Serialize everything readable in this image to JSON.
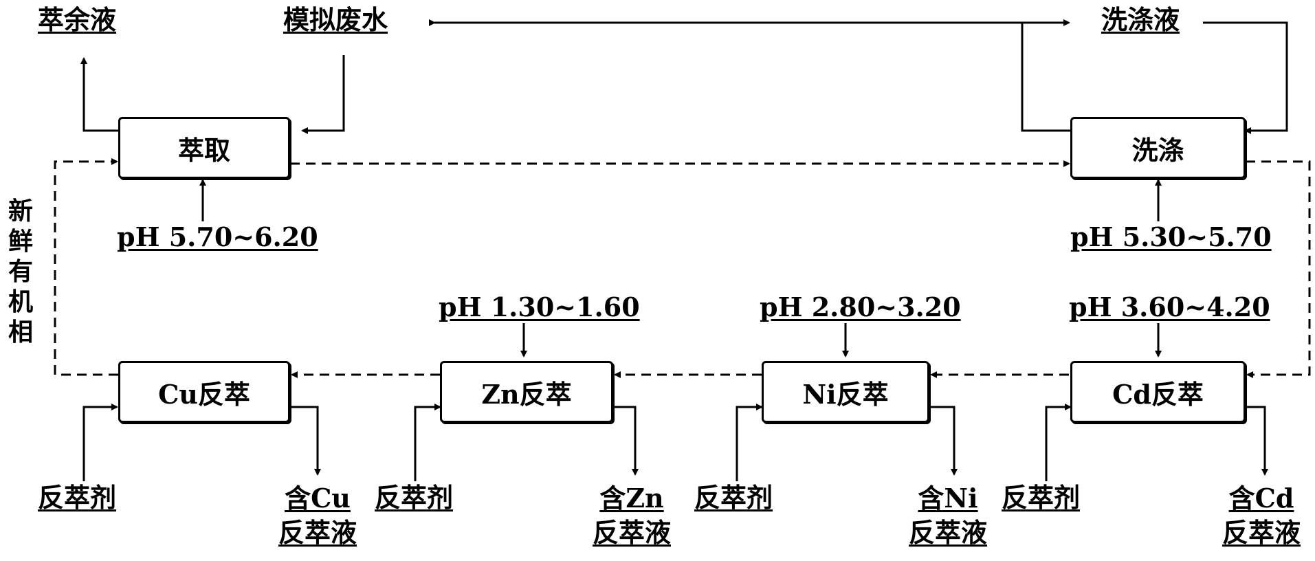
{
  "top": {
    "raffinate": "萃余液",
    "simulated_wastewater": "模拟废水",
    "washing_liquid": "洗涤液"
  },
  "stages": {
    "extraction": "萃取",
    "washing": "洗涤",
    "cu": "Cu反萃",
    "zn": "Zn反萃",
    "ni": "Ni反萃",
    "cd": "Cd反萃"
  },
  "ph": {
    "extraction": "pH 5.70~6.20",
    "washing": "pH 5.30~5.70",
    "zn": "pH 1.30~1.60",
    "ni": "pH 2.80~3.20",
    "cd": "pH 3.60~4.20"
  },
  "fresh_organic": "新鲜有机相",
  "stripping_agent": "反萃剂",
  "products": {
    "cu": [
      "含Cu",
      "反萃液"
    ],
    "zn": [
      "含Zn",
      "反萃液"
    ],
    "ni": [
      "含Ni",
      "反萃液"
    ],
    "cd": [
      "含Cd",
      "反萃液"
    ]
  }
}
